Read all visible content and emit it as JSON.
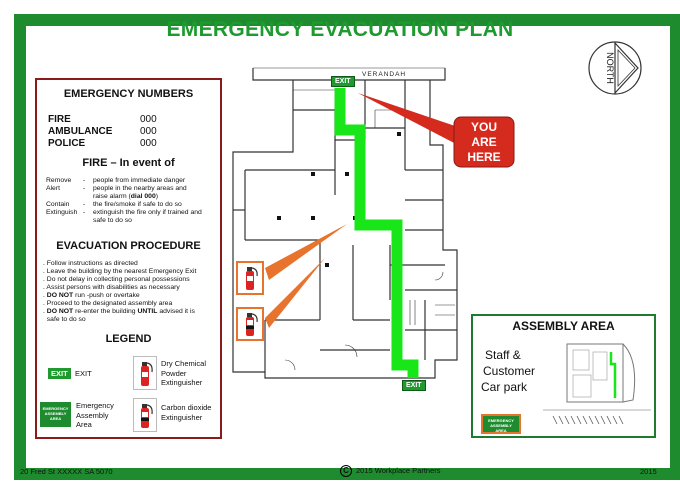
{
  "title": "EMERGENCY EVACUATION PLAN",
  "north_label": "NORTH",
  "verandah_label": "VERANDAH",
  "exit_label": "EXIT",
  "you_are_here": [
    "YOU",
    "ARE",
    "HERE"
  ],
  "emergency_numbers": {
    "heading": "EMERGENCY NUMBERS",
    "rows": [
      {
        "label": "FIRE",
        "value": "000"
      },
      {
        "label": "AMBULANCE",
        "value": "000"
      },
      {
        "label": "POLICE",
        "value": "000"
      }
    ]
  },
  "fire": {
    "heading": "FIRE – In event of",
    "rows": [
      {
        "term": "Remove",
        "dash": "-",
        "text": "people from immediate danger"
      },
      {
        "term": "Alert",
        "dash": "-",
        "text": "people in the nearby areas and",
        "text2_pre": "raise alarm (",
        "text2_bold": "dial 000",
        "text2_post": ")"
      },
      {
        "term": "Contain",
        "dash": "-",
        "text": "the fire/smoke if safe to do so"
      },
      {
        "term": "Extinguish",
        "dash": "-",
        "text": "extinguish the fire only if trained and",
        "text2": "safe to do so"
      }
    ]
  },
  "evacuation": {
    "heading": "EVACUATION PROCEDURE",
    "items": [
      {
        "bold": "",
        "text": "Follow instructions as directed"
      },
      {
        "bold": "",
        "text": "Leave the building by the nearest Emergency Exit"
      },
      {
        "bold": "",
        "text": "Do not delay in collecting personal possessions"
      },
      {
        "bold": "",
        "text": "Assist persons with disabilities as necessary"
      },
      {
        "bold": "DO NOT",
        "text": " run -push or overtake"
      },
      {
        "bold": "",
        "text": "Proceed to the designated assembly area"
      },
      {
        "bold": "DO NOT",
        "text": " re-enter the building ",
        "bold2": "UNTIL",
        "text2": " advised it is",
        "text3": "safe to do so"
      }
    ]
  },
  "legend": {
    "heading": "LEGEND",
    "exit": {
      "sign": "EXIT",
      "label": "EXIT"
    },
    "dry_chemical": [
      "Dry Chemical",
      "Powder",
      "Extinguisher"
    ],
    "assembly_sign": [
      "EMERGENCY",
      "ASSEMBLY",
      "AREA"
    ],
    "assembly_label": [
      "Emergency",
      "Assembly",
      "Area"
    ],
    "co2": [
      "Carbon dioxide",
      "Extinguisher"
    ]
  },
  "assembly_area": {
    "heading": "ASSEMBLY AREA",
    "lines": [
      "Staff &",
      "Customer",
      "Car park"
    ],
    "sign": [
      "EMERGENCY",
      "ASSEMBLY",
      "AREA"
    ]
  },
  "footer": {
    "address": "20 Fred St XXXXX   SA 5070",
    "copyright_symbol": "C",
    "copyright": "2015 Workplace Partners",
    "year": "2015"
  },
  "colors": {
    "border_green": "#1e8b2e",
    "route_green": "#19e619",
    "title_green": "#1e9a2f",
    "panel_red": "#8b1a1a",
    "callout_red": "#d42b1e",
    "extinguisher_orange": "#e8732c"
  }
}
